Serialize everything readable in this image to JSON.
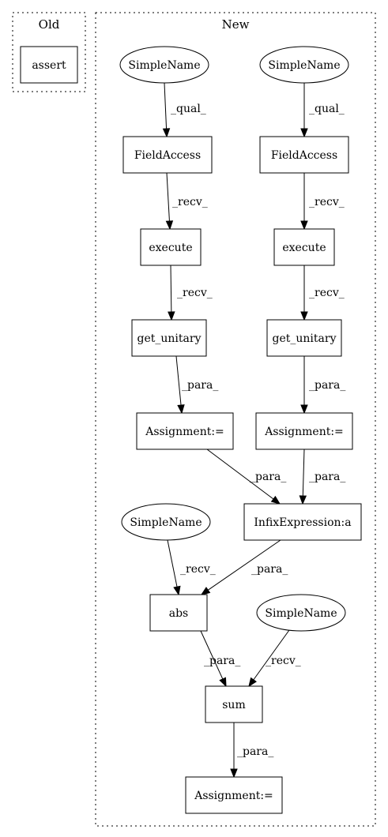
{
  "clusters": {
    "old": {
      "label": "Old"
    },
    "new": {
      "label": "New"
    }
  },
  "nodes": {
    "assert": {
      "label": "assert",
      "shape": "box"
    },
    "sn1": {
      "label": "SimpleName",
      "shape": "ellipse"
    },
    "sn2": {
      "label": "SimpleName",
      "shape": "ellipse"
    },
    "fa1": {
      "label": "FieldAccess",
      "shape": "box"
    },
    "fa2": {
      "label": "FieldAccess",
      "shape": "box"
    },
    "ex1": {
      "label": "execute",
      "shape": "box"
    },
    "ex2": {
      "label": "execute",
      "shape": "box"
    },
    "gu1": {
      "label": "get_unitary",
      "shape": "box"
    },
    "gu2": {
      "label": "get_unitary",
      "shape": "box"
    },
    "as1": {
      "label": "Assignment:=",
      "shape": "box"
    },
    "as2": {
      "label": "Assignment:=",
      "shape": "box"
    },
    "infix": {
      "label": "InfixExpression:a",
      "shape": "box"
    },
    "sn3": {
      "label": "SimpleName",
      "shape": "ellipse"
    },
    "abs": {
      "label": "abs",
      "shape": "box"
    },
    "sn4": {
      "label": "SimpleName",
      "shape": "ellipse"
    },
    "sum": {
      "label": "sum",
      "shape": "box"
    },
    "as3": {
      "label": "Assignment:=",
      "shape": "box"
    }
  },
  "edges": [
    {
      "from": "sn1",
      "to": "fa1",
      "label": "_qual_"
    },
    {
      "from": "sn2",
      "to": "fa2",
      "label": "_qual_"
    },
    {
      "from": "fa1",
      "to": "ex1",
      "label": "_recv_"
    },
    {
      "from": "fa2",
      "to": "ex2",
      "label": "_recv_"
    },
    {
      "from": "ex1",
      "to": "gu1",
      "label": "_recv_"
    },
    {
      "from": "ex2",
      "to": "gu2",
      "label": "_recv_"
    },
    {
      "from": "gu1",
      "to": "as1",
      "label": "_para_"
    },
    {
      "from": "gu2",
      "to": "as2",
      "label": "_para_"
    },
    {
      "from": "as1",
      "to": "infix",
      "label": "_para_"
    },
    {
      "from": "as2",
      "to": "infix",
      "label": "_para_"
    },
    {
      "from": "sn3",
      "to": "abs",
      "label": "_recv_"
    },
    {
      "from": "infix",
      "to": "abs",
      "label": "_para_"
    },
    {
      "from": "abs",
      "to": "sum",
      "label": "_para_"
    },
    {
      "from": "sn4",
      "to": "sum",
      "label": "_recv_"
    },
    {
      "from": "sum",
      "to": "as3",
      "label": "_para_"
    }
  ]
}
